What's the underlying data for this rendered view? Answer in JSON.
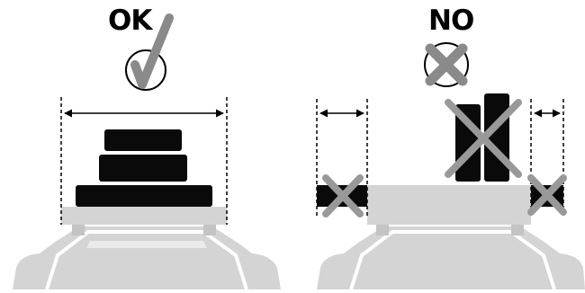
{
  "panels": {
    "ok": {
      "label": "OK",
      "icon": "check-icon",
      "verdict": "allowed",
      "boxes": 3,
      "load_fits_within_rails": true
    },
    "no": {
      "label": "NO",
      "icon": "cross-icon",
      "verdict": "not-allowed",
      "crossed_out": [
        "left-overhang",
        "tall-upright-load",
        "right-overhang"
      ]
    }
  },
  "colors": {
    "load": "#0a0a0a",
    "car": "#d4d4d4",
    "car_outline": "#ffffff",
    "mark": "#999999",
    "line": "#000000"
  }
}
